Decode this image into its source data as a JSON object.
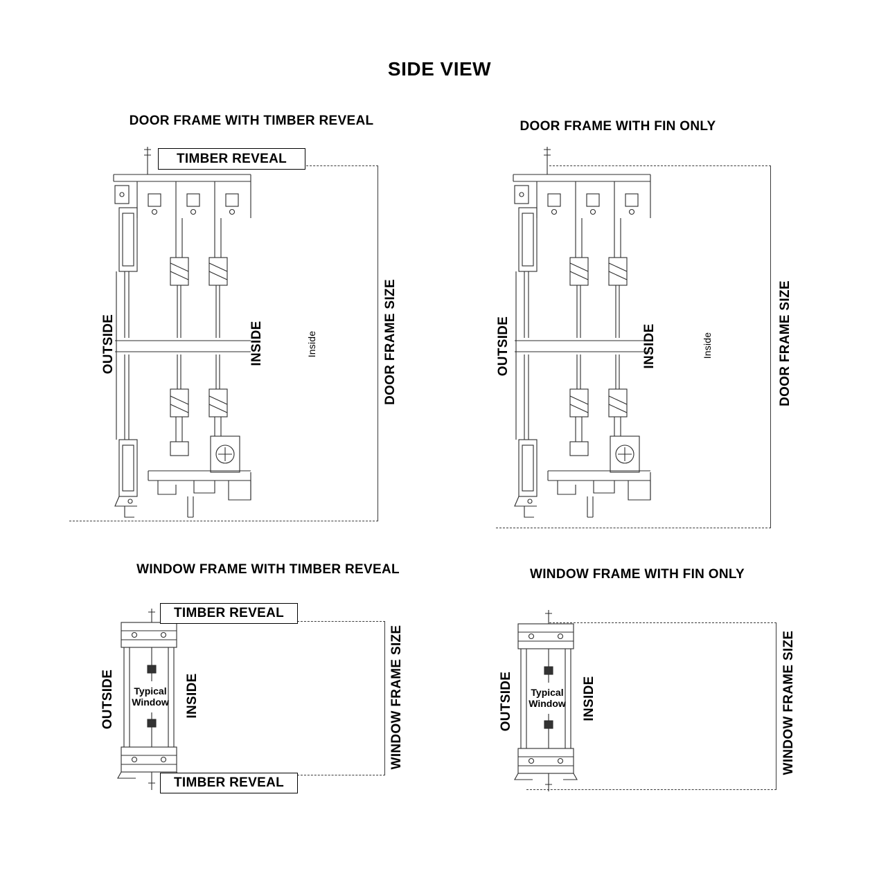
{
  "title": "SIDE VIEW",
  "panels": {
    "door_timber": {
      "heading": "DOOR FRAME WITH TIMBER REVEAL",
      "timber_reveal": "TIMBER REVEAL",
      "outside": "OUTSIDE",
      "inside": "INSIDE",
      "inside_note": "Inside",
      "frame_size": "DOOR FRAME SIZE"
    },
    "door_fin": {
      "heading": "DOOR FRAME WITH FIN ONLY",
      "outside": "OUTSIDE",
      "inside": "INSIDE",
      "inside_note": "Inside",
      "frame_size": "DOOR FRAME SIZE"
    },
    "window_timber": {
      "heading": "WINDOW FRAME WITH TIMBER REVEAL",
      "timber_reveal_top": "TIMBER REVEAL",
      "timber_reveal_bottom": "TIMBER REVEAL",
      "outside": "OUTSIDE",
      "inside": "INSIDE",
      "window_label": "Typical Window",
      "frame_size": "WINDOW FRAME SIZE"
    },
    "window_fin": {
      "heading": "WINDOW FRAME WITH FIN ONLY",
      "outside": "OUTSIDE",
      "inside": "INSIDE",
      "window_label": "Typical Window",
      "frame_size": "WINDOW FRAME SIZE"
    }
  }
}
